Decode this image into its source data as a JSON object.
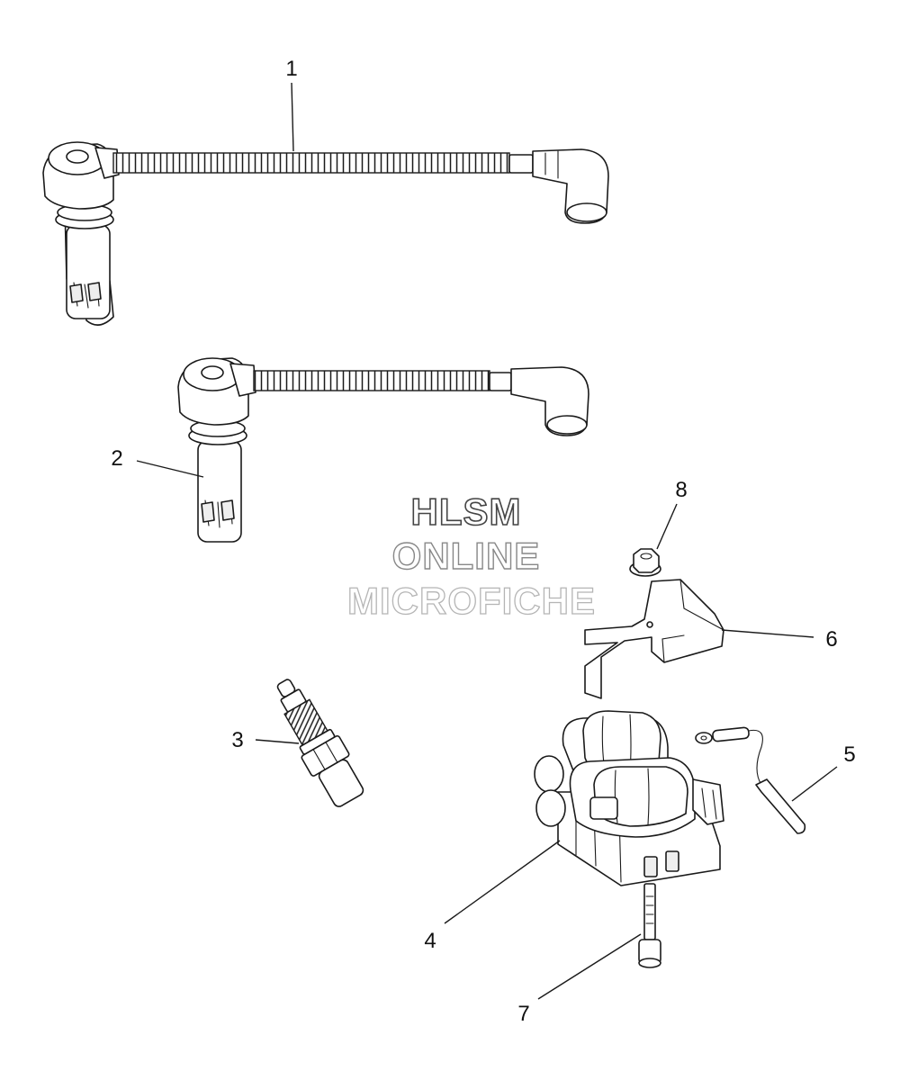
{
  "callouts": {
    "c1": "1",
    "c2": "2",
    "c3": "3",
    "c4": "4",
    "c5": "5",
    "c6": "6",
    "c7": "7",
    "c8": "8"
  },
  "watermark": {
    "line1": "HLSM",
    "line2": "ONLINE",
    "line3": "MICROFICHE"
  }
}
